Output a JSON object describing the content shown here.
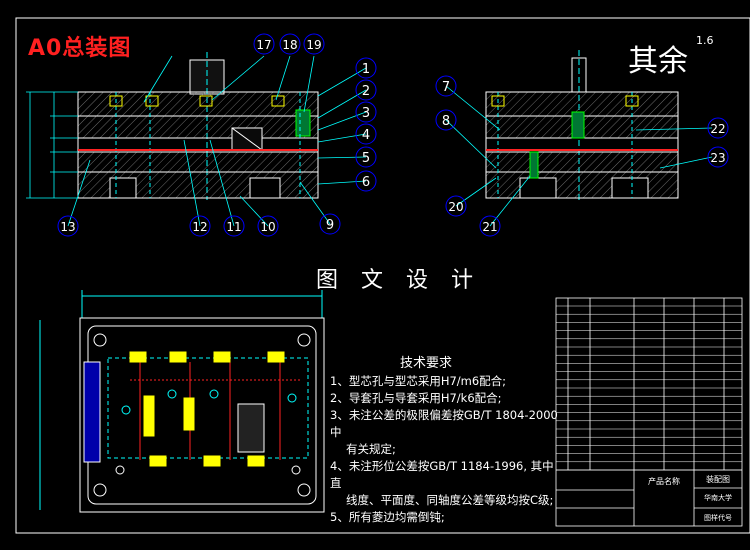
{
  "drawing": {
    "title": "A0总装图",
    "roughness_label": "其余",
    "roughness_value": "1.6",
    "watermark": "图 文 设 计"
  },
  "tech_requirements": {
    "heading": "技术要求",
    "items": [
      "1、型芯孔与型芯采用H7/m6配合;",
      "2、导套孔与导套采用H7/k6配合;",
      "3、未注公差的极限偏差按GB/T 1804-2000中",
      "有关规定;",
      "4、未注形位公差按GB/T 1184-1996, 其中直",
      "线度、平面度、同轴度公差等级均按C级;",
      "5、所有菱边均需倒钝;"
    ]
  },
  "part_labels": [
    "1",
    "2",
    "3",
    "4",
    "5",
    "6",
    "7",
    "8",
    "9",
    "10",
    "11",
    "12",
    "13",
    "17",
    "18",
    "19",
    "20",
    "21",
    "22",
    "23"
  ],
  "title_block": {
    "product_name": "产品名称",
    "drawing_name": "装配图",
    "company": "华南大学",
    "drawing_no": "图样代号"
  },
  "colors": {
    "background": "#000000",
    "lines": "#ffffff",
    "leaders": "#00ffff",
    "dimensions": "#00ffff",
    "inserts": "#ffff00",
    "accent": "#ff2020",
    "green_part": "#00ff00",
    "label_circles": "#0000ff"
  }
}
